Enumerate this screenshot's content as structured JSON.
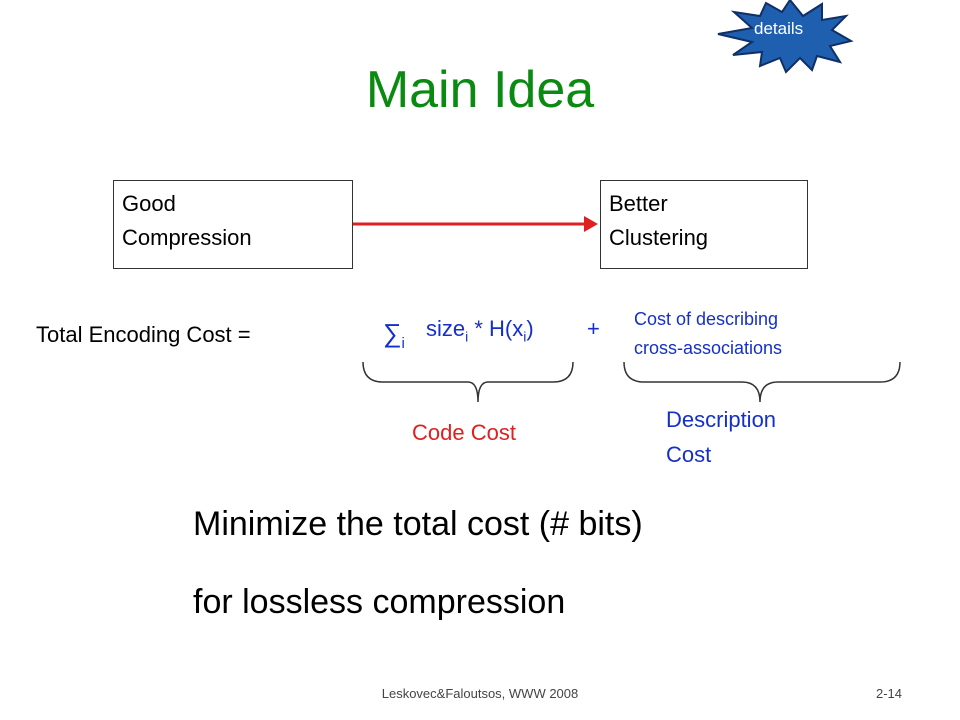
{
  "slide": {
    "title": "Main Idea",
    "badge_label": "details",
    "left_box": {
      "line1": "Good",
      "line2": "Compression"
    },
    "right_box": {
      "line1": "Better",
      "line2": "Clustering"
    },
    "equation": {
      "label": "Total Encoding Cost =",
      "sigma": "∑",
      "sigma_sub": "i",
      "term_size": "size",
      "term_size_sub": "i",
      "term_mid": " * H(x",
      "term_x_sub": "i",
      "term_close": ")",
      "plus": "+",
      "desc_note_line1": "Cost of describing",
      "desc_note_line2": "cross-associations"
    },
    "code_cost_label": "Code Cost",
    "description_cost_line1": "Description",
    "description_cost_line2": "Cost",
    "main_text_line1": "Minimize the total cost (# bits)",
    "main_text_line2": "for lossless compression",
    "footer": "Leskovec&Faloutsos, WWW 2008",
    "page_number": "2-14"
  },
  "colors": {
    "title": "#0b8a12",
    "formula_blue": "#1530c8",
    "code_cost_red": "#e02020",
    "arrow_red": "#e02020",
    "badge_fill": "#1f5fb0"
  },
  "icons": {
    "badge": "starburst",
    "arrow": "right-arrow"
  }
}
